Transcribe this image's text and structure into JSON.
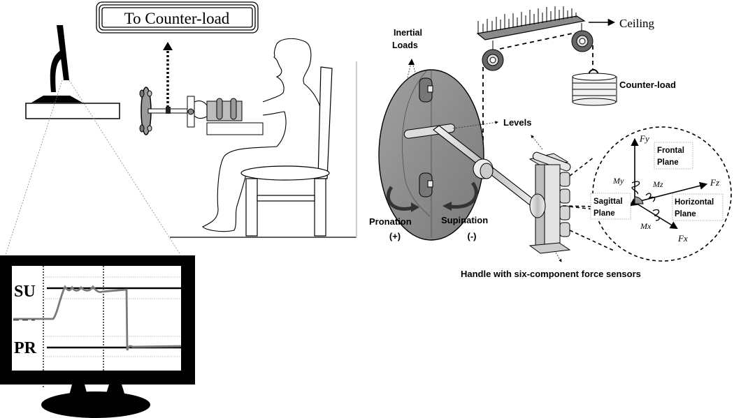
{
  "left_panel": {
    "callout_label": "To Counter-load",
    "screen_labels": {
      "upper": "SU",
      "lower": "PR"
    },
    "screen_trace": {
      "description": "forearm rotation feedback trace",
      "segments": [
        "baseline (dashed)",
        "rise to SU target",
        "oscillation near SU",
        "drop to PR target",
        "hold at PR"
      ]
    }
  },
  "right_panel": {
    "labels": {
      "inertial_loads": [
        "Inertial",
        "Loads"
      ],
      "ceiling": "Ceiling",
      "counter_load": "Counter-load",
      "levels": "Levels",
      "pronation": [
        "Pronation",
        "(+)"
      ],
      "supination": [
        "Supination",
        "(-)"
      ],
      "handle_caption": "Handle with six-component force sensors"
    },
    "force_axes": {
      "fy": "Fy",
      "fz": "Fz",
      "fx": "Fx",
      "my": "My",
      "mz": "Mz",
      "mx": "Mx"
    },
    "planes": {
      "frontal": [
        "Frontal",
        "Plane"
      ],
      "sagittal": [
        "Sagittal",
        "Plane"
      ],
      "horizontal": [
        "Horizontal",
        "Plane"
      ]
    }
  },
  "colors": {
    "ink": "#000000",
    "disc_gray": "#8c8c8c",
    "trace_gray": "#7a7a7a",
    "light_gray": "#d9d9d9"
  }
}
